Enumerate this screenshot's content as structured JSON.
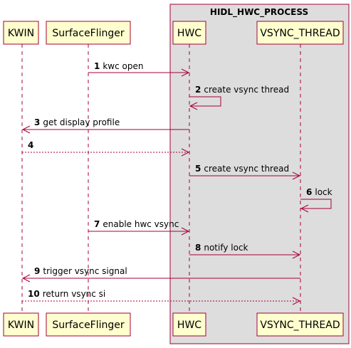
{
  "group": {
    "title": "HIDL_HWC_PROCESS"
  },
  "participants": [
    {
      "id": "kwin",
      "label": "KWIN"
    },
    {
      "id": "surfaceflinger",
      "label": "SurfaceFlinger"
    },
    {
      "id": "hwc",
      "label": "HWC"
    },
    {
      "id": "vsync_thread",
      "label": "VSYNC_THREAD"
    }
  ],
  "messages": [
    {
      "num": "1",
      "text": "kwc open",
      "from": "surfaceflinger",
      "to": "hwc",
      "style": "solid"
    },
    {
      "num": "2",
      "text": "create vsync thread",
      "from": "hwc",
      "to": "hwc",
      "style": "solid"
    },
    {
      "num": "3",
      "text": "get display profile",
      "from": "hwc",
      "to": "kwin",
      "style": "solid"
    },
    {
      "num": "4",
      "text": "",
      "from": "kwin",
      "to": "hwc",
      "style": "dashed"
    },
    {
      "num": "5",
      "text": "create vsync thread",
      "from": "hwc",
      "to": "vsync_thread",
      "style": "solid"
    },
    {
      "num": "6",
      "text": "lock",
      "from": "vsync_thread",
      "to": "vsync_thread",
      "style": "solid"
    },
    {
      "num": "7",
      "text": "enable hwc vsync",
      "from": "surfaceflinger",
      "to": "hwc",
      "style": "solid"
    },
    {
      "num": "8",
      "text": "notify lock",
      "from": "hwc",
      "to": "vsync_thread",
      "style": "solid"
    },
    {
      "num": "9",
      "text": "trigger vsync signal",
      "from": "vsync_thread",
      "to": "kwin",
      "style": "solid"
    },
    {
      "num": "10",
      "text": "return vsync si",
      "from": "kwin",
      "to": "vsync_thread",
      "style": "dashed"
    }
  ]
}
